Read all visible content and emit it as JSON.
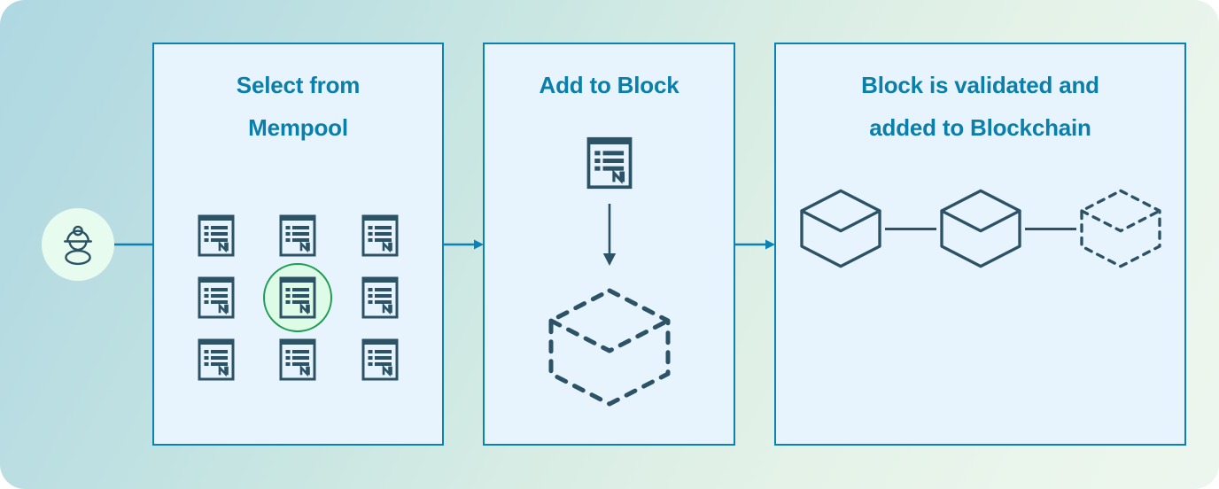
{
  "diagram": {
    "title": "Blockchain mining process flow",
    "background": {
      "gradient_from": "#aed8e2",
      "gradient_to": "#edf6ee"
    },
    "colors": {
      "panel_border": "#0b82b4",
      "panel_fill": "#e7f3fd",
      "title_text": "#0b7fab",
      "icon_stroke": "#2c5266",
      "highlight_ring": "#1f9d55",
      "highlight_fill": "#ddfbe6",
      "miner_badge_fill": "#e8fbef",
      "connector": "#0b82b4"
    },
    "actor": {
      "name": "miner",
      "icon": "miner-helmet-icon",
      "label": ""
    },
    "connectors": [
      {
        "name": "miner-to-step-1",
        "kind": "line",
        "direction": "right"
      },
      {
        "name": "step-1-to-step-2",
        "kind": "arrow",
        "direction": "right"
      },
      {
        "name": "step-2-to-step-3",
        "kind": "arrow",
        "direction": "right"
      }
    ],
    "steps": [
      {
        "id": "select-from-mempool",
        "title_lines": [
          "Select from",
          "Mempool"
        ],
        "transactions": {
          "rows": 3,
          "cols": 3,
          "total": 9,
          "selected_index": 4,
          "icon": "transaction-document-icon"
        }
      },
      {
        "id": "add-to-block",
        "title_lines": [
          "Add to Block"
        ],
        "document_icon": "transaction-document-icon",
        "arrow_icon": "arrow-down-icon",
        "block_icon": "pending-block-cube-icon",
        "block_style": "dashed"
      },
      {
        "id": "block-validated",
        "title_lines": [
          "Block is validated and",
          "added to Blockchain"
        ],
        "chain": [
          {
            "name": "block-confirmed-1",
            "style": "solid"
          },
          {
            "name": "chain-link-1",
            "style": "link"
          },
          {
            "name": "block-confirmed-2",
            "style": "solid"
          },
          {
            "name": "chain-link-2",
            "style": "link"
          },
          {
            "name": "block-pending",
            "style": "dashed"
          }
        ]
      }
    ]
  }
}
